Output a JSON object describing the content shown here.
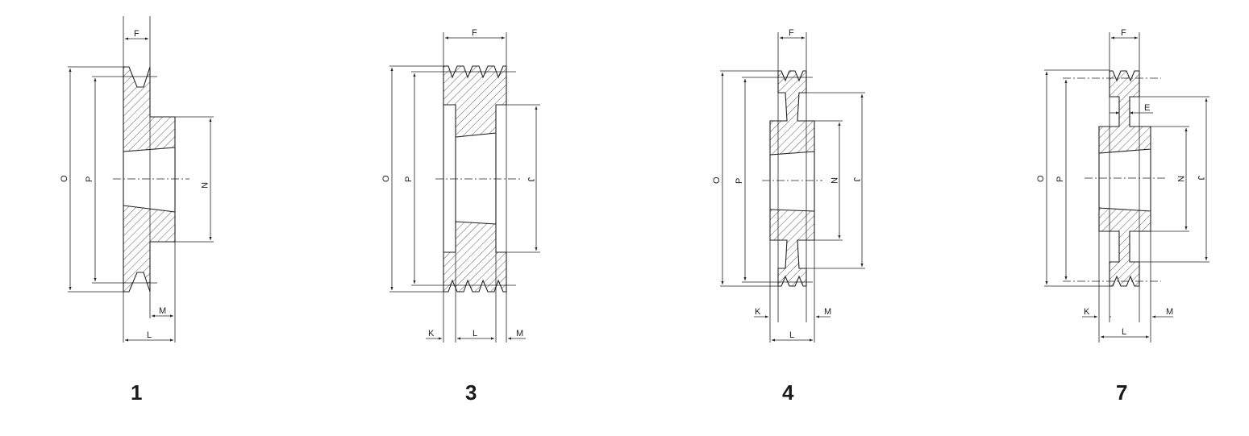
{
  "figures": [
    {
      "number": "1",
      "labels": {
        "F": "F",
        "O": "O",
        "P": "P",
        "N": "N",
        "M": "M",
        "L": "L"
      }
    },
    {
      "number": "3",
      "labels": {
        "F": "F",
        "O": "O",
        "P": "P",
        "J": "J",
        "K": "K",
        "L": "L",
        "M": "M"
      }
    },
    {
      "number": "4",
      "labels": {
        "F": "F",
        "O": "O",
        "P": "P",
        "N": "N",
        "J": "J",
        "K": "K",
        "L": "L",
        "M": "M"
      }
    },
    {
      "number": "7",
      "labels": {
        "F": "F",
        "E": "E",
        "O": "O",
        "P": "P",
        "N": "N",
        "J": "J",
        "K": "K",
        "L": "L",
        "M": "M"
      }
    }
  ]
}
